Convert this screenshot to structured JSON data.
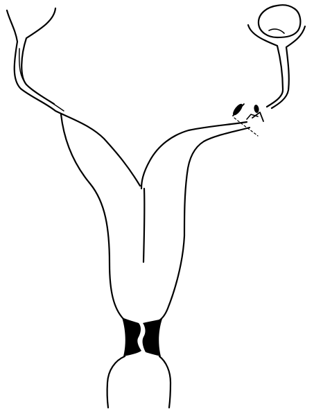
{
  "diagram": {
    "colors": {
      "background": "#ffffff",
      "ink": "#000000"
    },
    "parts": [
      "uterine-horn-left",
      "uterine-horn-right",
      "uterine-body",
      "septum",
      "cervix",
      "vagina",
      "ovary-right",
      "oviduct-right",
      "ligature-right",
      "cut-mark-right"
    ]
  }
}
